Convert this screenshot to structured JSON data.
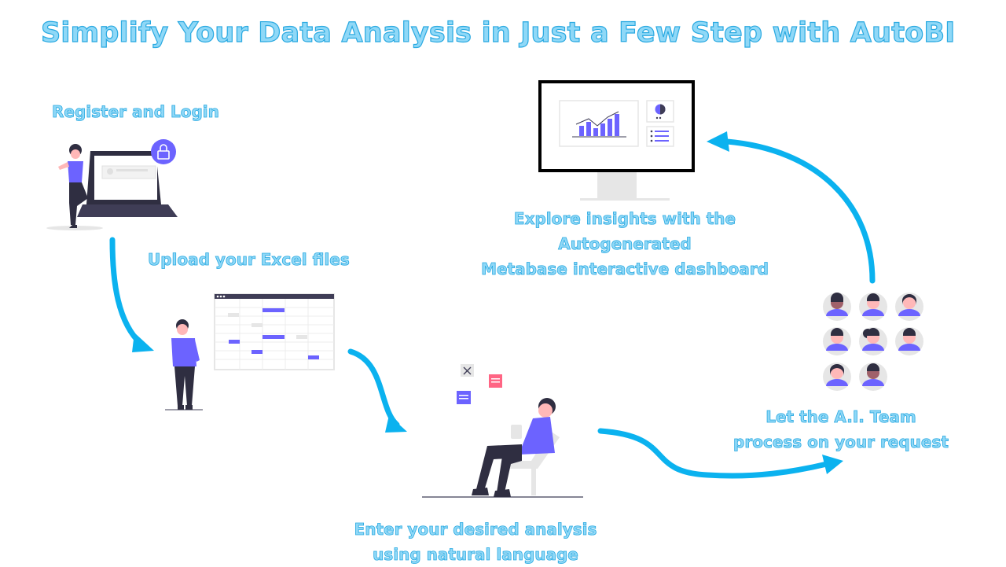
{
  "title": "Simplify Your Data Analysis in Just a Few Step with AutoBI",
  "steps": [
    {
      "lines": [
        "Register and Login"
      ]
    },
    {
      "lines": [
        "Upload your Excel files"
      ]
    },
    {
      "lines": [
        "Enter your desired analysis",
        "using natural language"
      ]
    },
    {
      "lines": [
        "Let the A.I. Team",
        "process on your request"
      ]
    },
    {
      "lines": [
        "Explore insights with the",
        "Autogenerated",
        "Metabase interactive dashboard"
      ]
    }
  ],
  "colors": {
    "title_fill": "#8fd8f7",
    "title_stroke": "#29a9e1",
    "arrow": "#0bb2ef",
    "accent": "#6c63ff",
    "dark": "#2f2e41"
  },
  "icons": [
    "woman-laptop-illustration",
    "lock-icon",
    "man-spreadsheet-illustration",
    "woman-chair-illustration",
    "team-avatars-illustration",
    "dashboard-monitor-illustration"
  ]
}
